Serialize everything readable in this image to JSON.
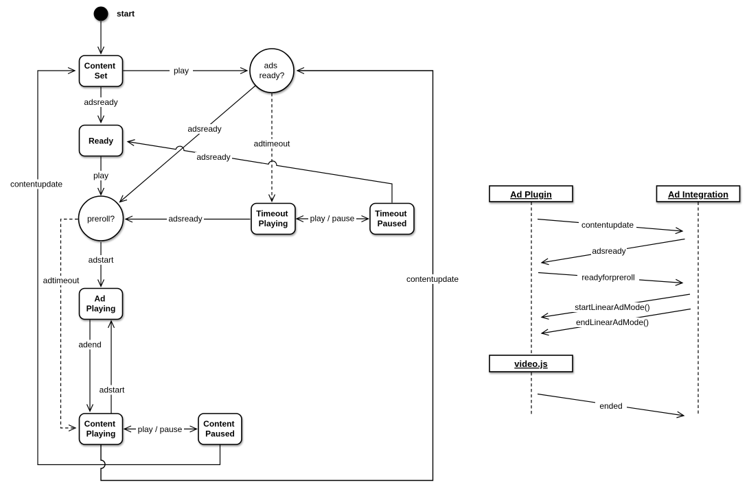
{
  "colors": {
    "line": "#000000",
    "fill": "#ffffff"
  },
  "state_machine": {
    "start_label": "start",
    "states": {
      "content_set": [
        "Content",
        "Set"
      ],
      "ads_ready": [
        "ads",
        "ready?"
      ],
      "ready": [
        "Ready"
      ],
      "preroll": [
        "preroll?"
      ],
      "timeout_playing": [
        "Timeout",
        "Playing"
      ],
      "timeout_paused": [
        "Timeout",
        "Paused"
      ],
      "ad_playing": [
        "Ad",
        "Playing"
      ],
      "content_playing": [
        "Content",
        "Playing"
      ],
      "content_paused": [
        "Content",
        "Paused"
      ]
    },
    "transitions": {
      "play_top": "play",
      "adsready_to_ready": "adsready",
      "play_to_preroll": "play",
      "adstart_to_adplaying": "adstart",
      "adend": "adend",
      "adstart_up": "adstart",
      "play_pause_content": "play / pause",
      "play_pause_timeout": "play / pause",
      "adsready_timeout_to_preroll": "adsready",
      "adtimeout_center": "adtimeout",
      "adsready_diag_to_preroll": "adsready",
      "adsready_paused_to_ready": "adsready",
      "adtimeout_loop": "adtimeout",
      "contentupdate_left": "contentupdate",
      "contentupdate_right": "contentupdate"
    }
  },
  "sequence": {
    "actors": {
      "ad_plugin": "Ad Plugin",
      "ad_integration": "Ad Integration",
      "video_js": "video.js"
    },
    "messages": {
      "contentupdate": "contentupdate",
      "adsready": "adsready",
      "readyforpreroll": "readyforpreroll",
      "start_linear": "startLinearAdMode()",
      "end_linear": "endLinearAdMode()",
      "ended": "ended"
    }
  }
}
